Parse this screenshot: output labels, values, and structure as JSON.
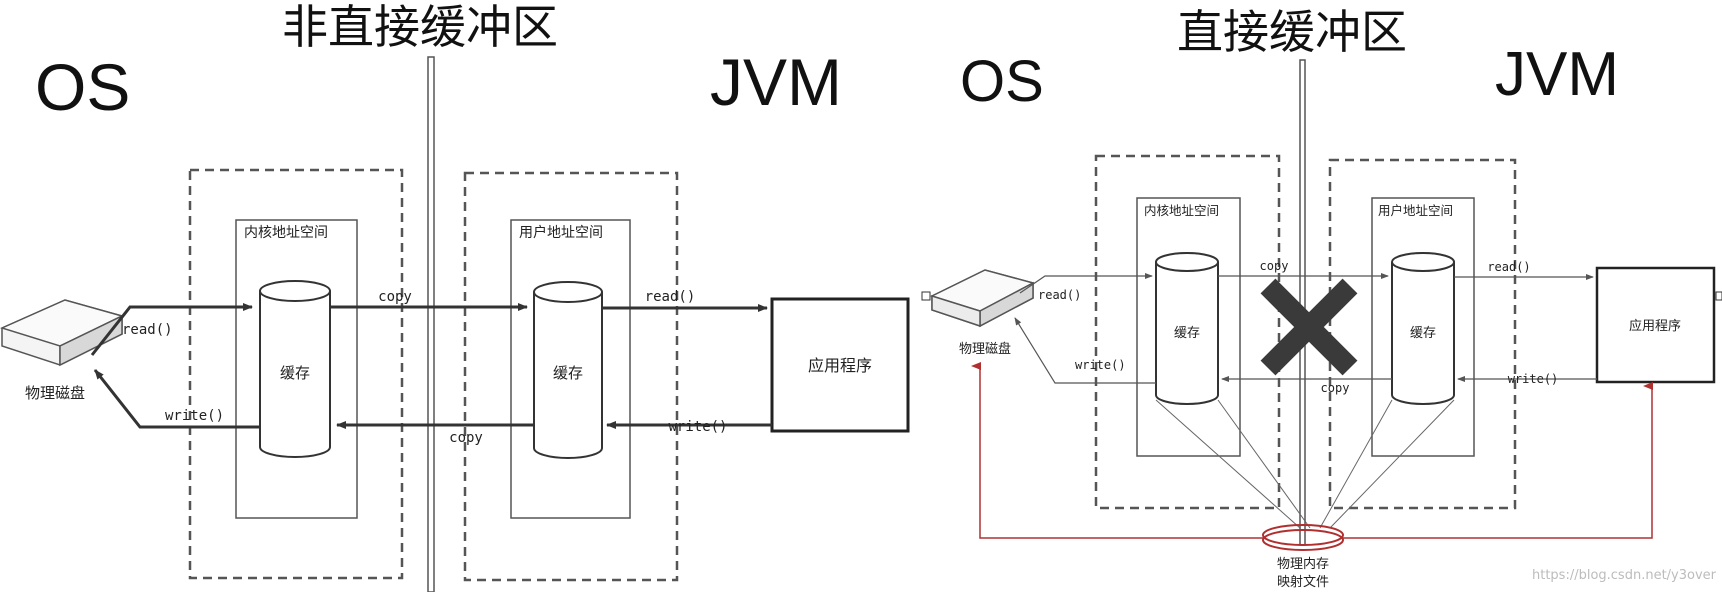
{
  "left": {
    "title": "非直接缓冲区",
    "os_label": "OS",
    "jvm_label": "JVM",
    "kernel_space": "内核地址空间",
    "user_space": "用户地址空间",
    "kernel_cache": "缓存",
    "user_cache": "缓存",
    "disk_label": "物理磁盘",
    "app_label": "应用程序",
    "read_disk": "read()",
    "read_app": "read()",
    "write_disk": "write()",
    "write_app": "write()",
    "copy_top": "copy",
    "copy_bottom": "copy"
  },
  "right": {
    "title": "直接缓冲区",
    "os_label": "OS",
    "jvm_label": "JVM",
    "kernel_space": "内核地址空间",
    "user_space": "用户地址空间",
    "kernel_cache": "缓存",
    "user_cache": "缓存",
    "disk_label": "物理磁盘",
    "app_label": "应用程序",
    "read_disk": "read()",
    "read_app": "read()",
    "write_disk": "write()",
    "write_app": "write()",
    "copy_top": "copy",
    "copy_bottom": "copy",
    "mapped_line1": "物理内存",
    "mapped_line2": "映射文件"
  },
  "watermark": "https://blog.csdn.net/y3over",
  "colors": {
    "line": "#333333",
    "red": "#b03030",
    "cross": "#3a3a3a"
  }
}
